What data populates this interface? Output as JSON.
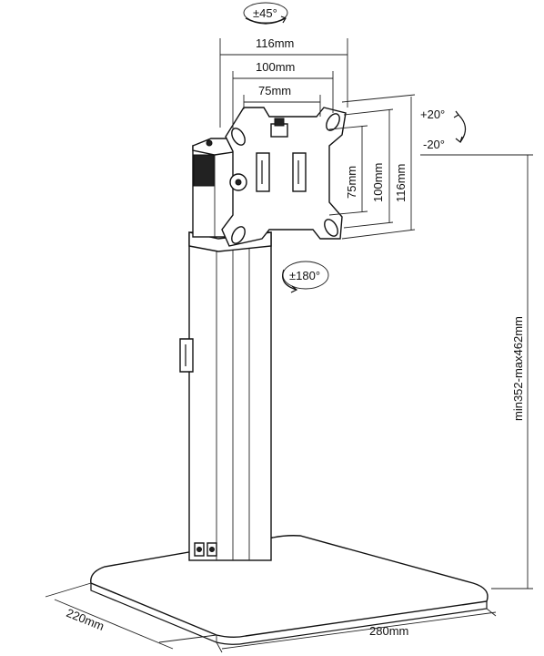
{
  "rotation": {
    "swivel": "±45°",
    "tilt_up": "+20°",
    "tilt_down": "-20°",
    "rotate": "±180°"
  },
  "vesa": {
    "width_outer": "116mm",
    "width_mid": "100mm",
    "width_inner": "75mm",
    "height_inner": "75mm",
    "height_mid": "100mm",
    "height_outer": "116mm"
  },
  "height_range": "min352-max462mm",
  "base": {
    "depth": "220mm",
    "width": "280mm"
  }
}
